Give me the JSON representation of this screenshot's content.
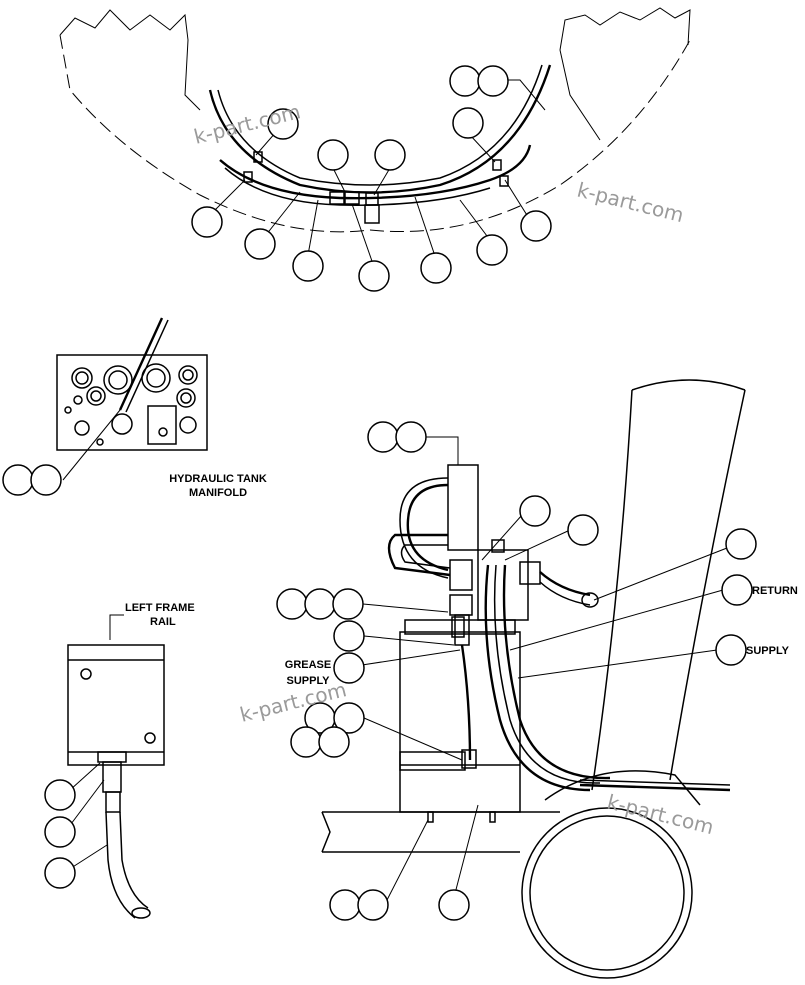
{
  "labels": {
    "hydraulic_tank_manifold_1": "HYDRAULIC TANK",
    "hydraulic_tank_manifold_2": "MANIFOLD",
    "left_frame_rail_1": "LEFT FRAME",
    "left_frame_rail_2": "RAIL",
    "grease_supply_1": "GREASE",
    "grease_supply_2": "SUPPLY",
    "return": "RETURN",
    "supply": "SUPPLY"
  },
  "watermark": "k-part.com"
}
